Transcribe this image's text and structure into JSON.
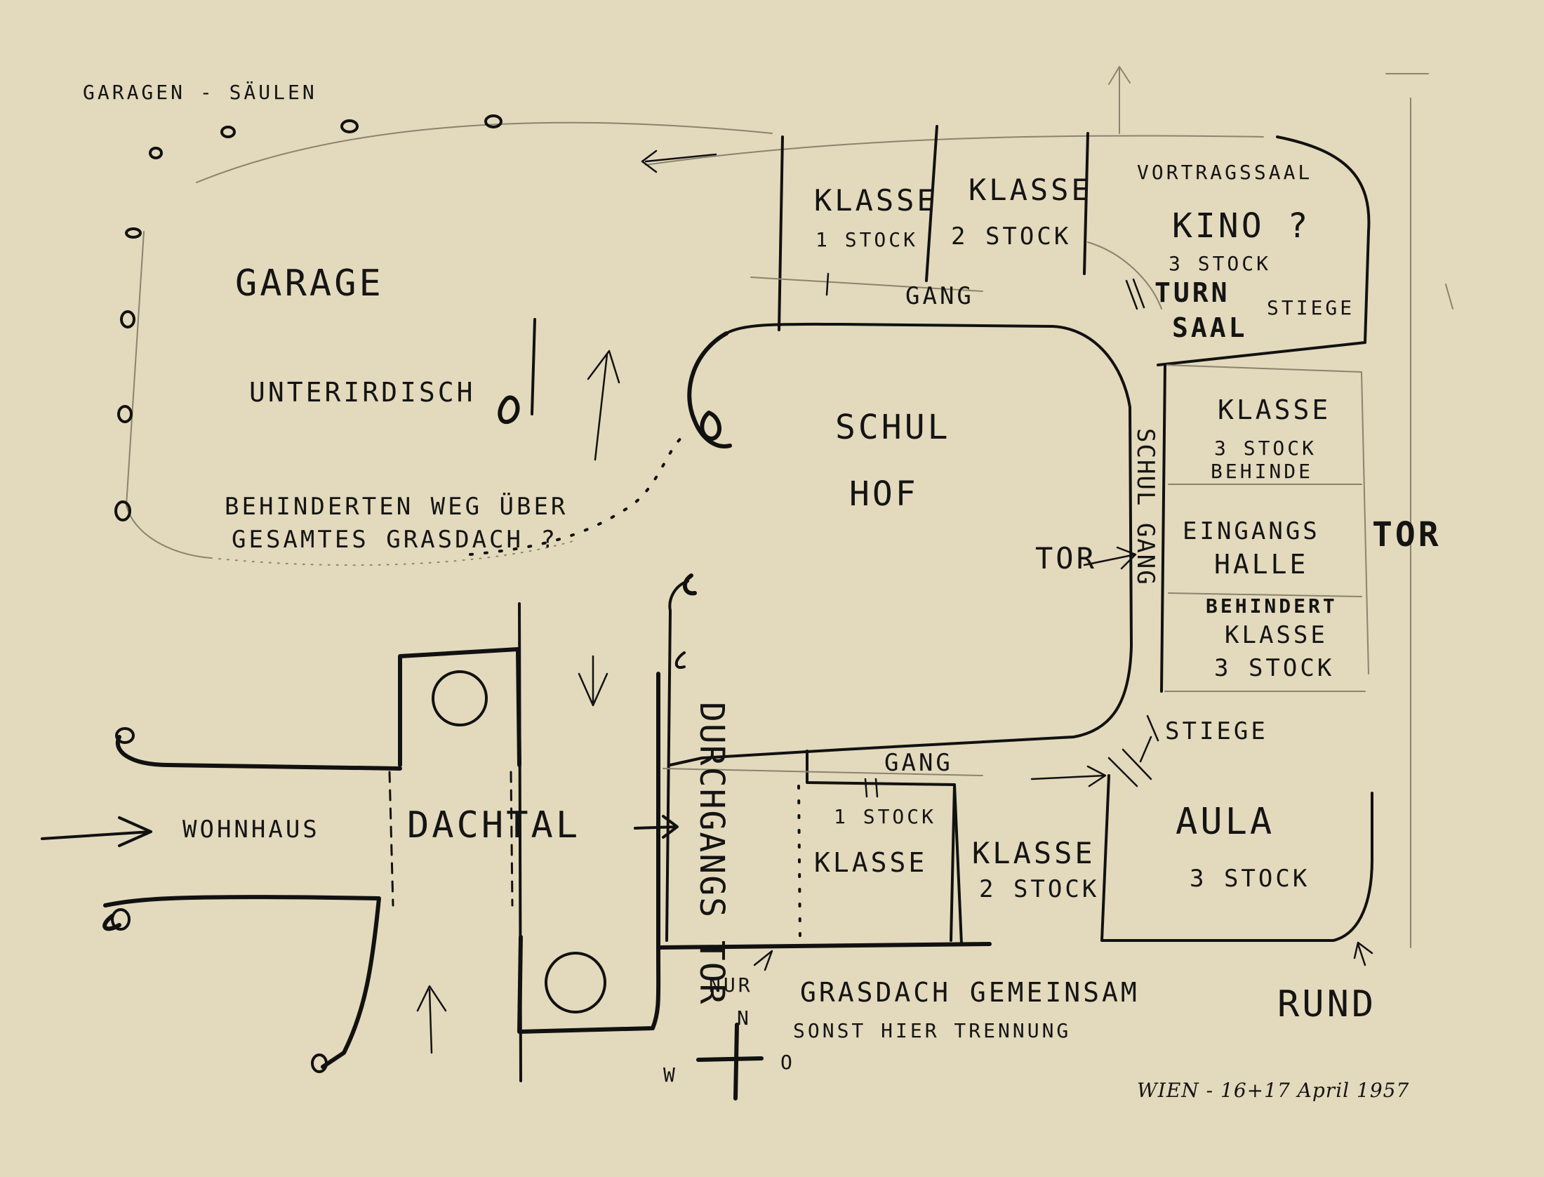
{
  "labels": {
    "garagen_saeulen": "GARAGEN - SÄULEN",
    "garage": "GARAGE",
    "unterirdisch": "UNTERIRDISCH",
    "behinderten_weg_1": "BEHINDERTEN WEG ÜBER",
    "behinderten_weg_2": "GESAMTES GRASDACH ?",
    "klasse_1_stock_top": "KLASSE",
    "stock_1_top": "1 STOCK",
    "klasse_2_stock_top": "KLASSE",
    "stock_2_top": "2 STOCK",
    "vortragssaal": "VORTRAGSSAAL",
    "kino": "KINO ?",
    "stock_3_kino": "3 STOCK",
    "turnsaal_1": "TURN",
    "turnsaal_2": "SAAL",
    "stiege_top": "STIEGE",
    "gang_top": "GANG",
    "schul": "SCHUL",
    "hof": "HOF",
    "klasse_right": "KLASSE",
    "stock_3_right": "3 STOCK",
    "behinde": "BEHINDE",
    "schul_gang": "SCHUL GANG",
    "tor_left": "TOR",
    "eingangs": "EINGANGS",
    "halle": "HALLE",
    "tor_right": "TOR",
    "behindert": "BEHINDERT",
    "klasse_behindert": "KLASSE",
    "stock_3_behindert": "3 STOCK",
    "stiege_bottom": "STIEGE",
    "wohnhaus": "WOHNHAUS",
    "dachtal": "DACHTAL",
    "durchgangs_tor": "DURCHGANGS TOR",
    "gang_bottom": "GANG",
    "stock_1_bottom": "1 STOCK",
    "klasse_bottom": "KLASSE",
    "klasse_2_bottom": "KLASSE",
    "stock_2_bottom": "2 STOCK",
    "aula": "AULA",
    "stock_3_aula": "3 STOCK",
    "rund": "RUND",
    "nur": "NUR",
    "grasdach": "GRASDACH GEMEINSAM",
    "sonst": "SONST HIER TRENNUNG",
    "compass_n": "N",
    "compass_w": "W",
    "compass_o": "O",
    "date": "WIEN - 16+17 April 1957"
  },
  "colors": {
    "paper": "#e3d9bc",
    "ink": "#111111",
    "faint_ink": "#8a836f"
  },
  "icons": {
    "arrows": "hand-drawn-arrow-icon",
    "compass": "compass-cross-icon",
    "columns": "circle-column-icon"
  }
}
